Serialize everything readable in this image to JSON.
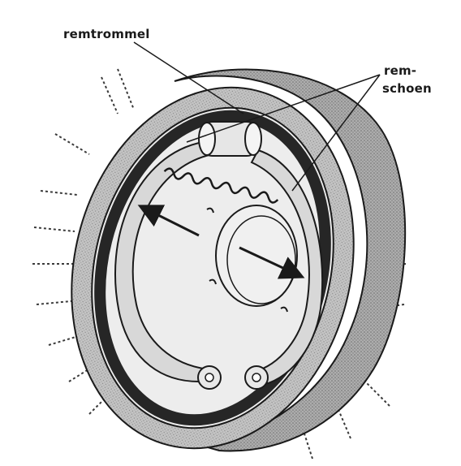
{
  "labels": {
    "drum": "remtrommel",
    "shoe_line1": "rem-",
    "shoe_line2": "schoen"
  },
  "colors": {
    "background": "#ffffff",
    "drum_face": "#bdbdbd",
    "drum_side": "#a9a9a9",
    "lining": "#262626",
    "line": "#1a1a1a"
  }
}
